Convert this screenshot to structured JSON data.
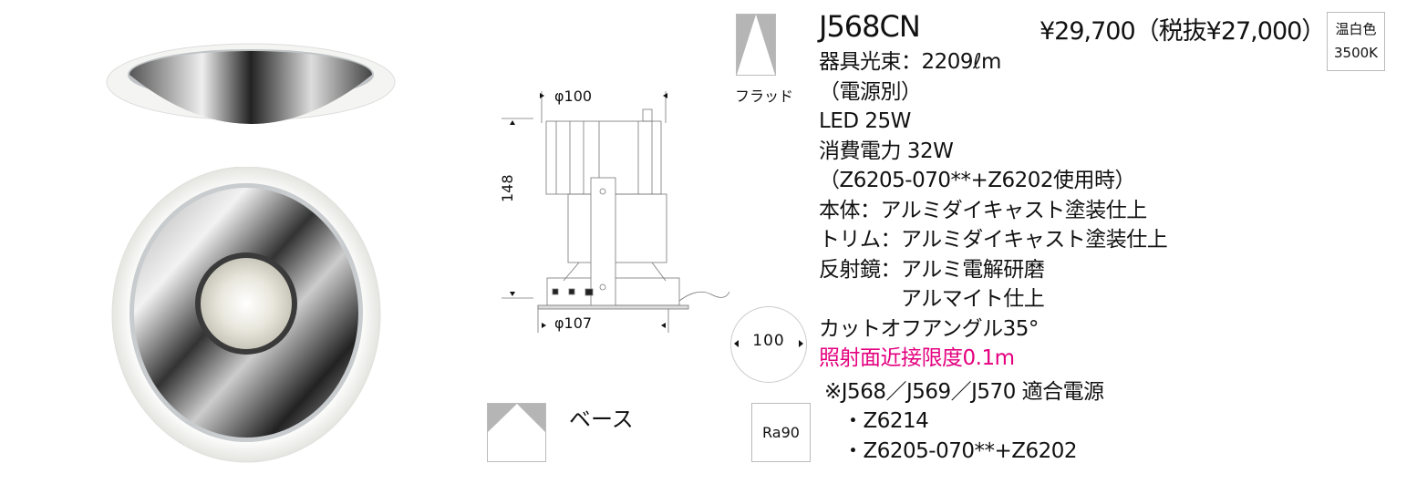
{
  "product": {
    "model": "J568CN",
    "price": "¥29,700（税抜¥27,000）",
    "color_temp_badge": [
      "温白色",
      "3500K"
    ],
    "beam_label": "フラッド",
    "specs": [
      "器具光束：2209ℓm",
      "（電源別）",
      "LED 25W",
      "消費電力 32W",
      "（Z6205-070**+Z6202使用時）",
      "本体：アルミダイキャスト塗装仕上",
      "トリム：アルミダイキャスト塗装仕上",
      "反射鏡：アルミ電解研磨",
      "　　　　アルマイト仕上",
      "カットオフアングル35°"
    ],
    "warning": "照射面近接限度0.1m",
    "power_note": "※J568／J569／J570 適合電源",
    "power_units": [
      "・Z6214",
      "・Z6205-070**+Z6202"
    ],
    "cutout": "100",
    "base_label": "ベース",
    "ra": "Ra90",
    "warning_color": "#e4007f"
  },
  "dimensions": {
    "top_diameter": "φ100",
    "bottom_diameter": "φ107",
    "height": "148"
  }
}
